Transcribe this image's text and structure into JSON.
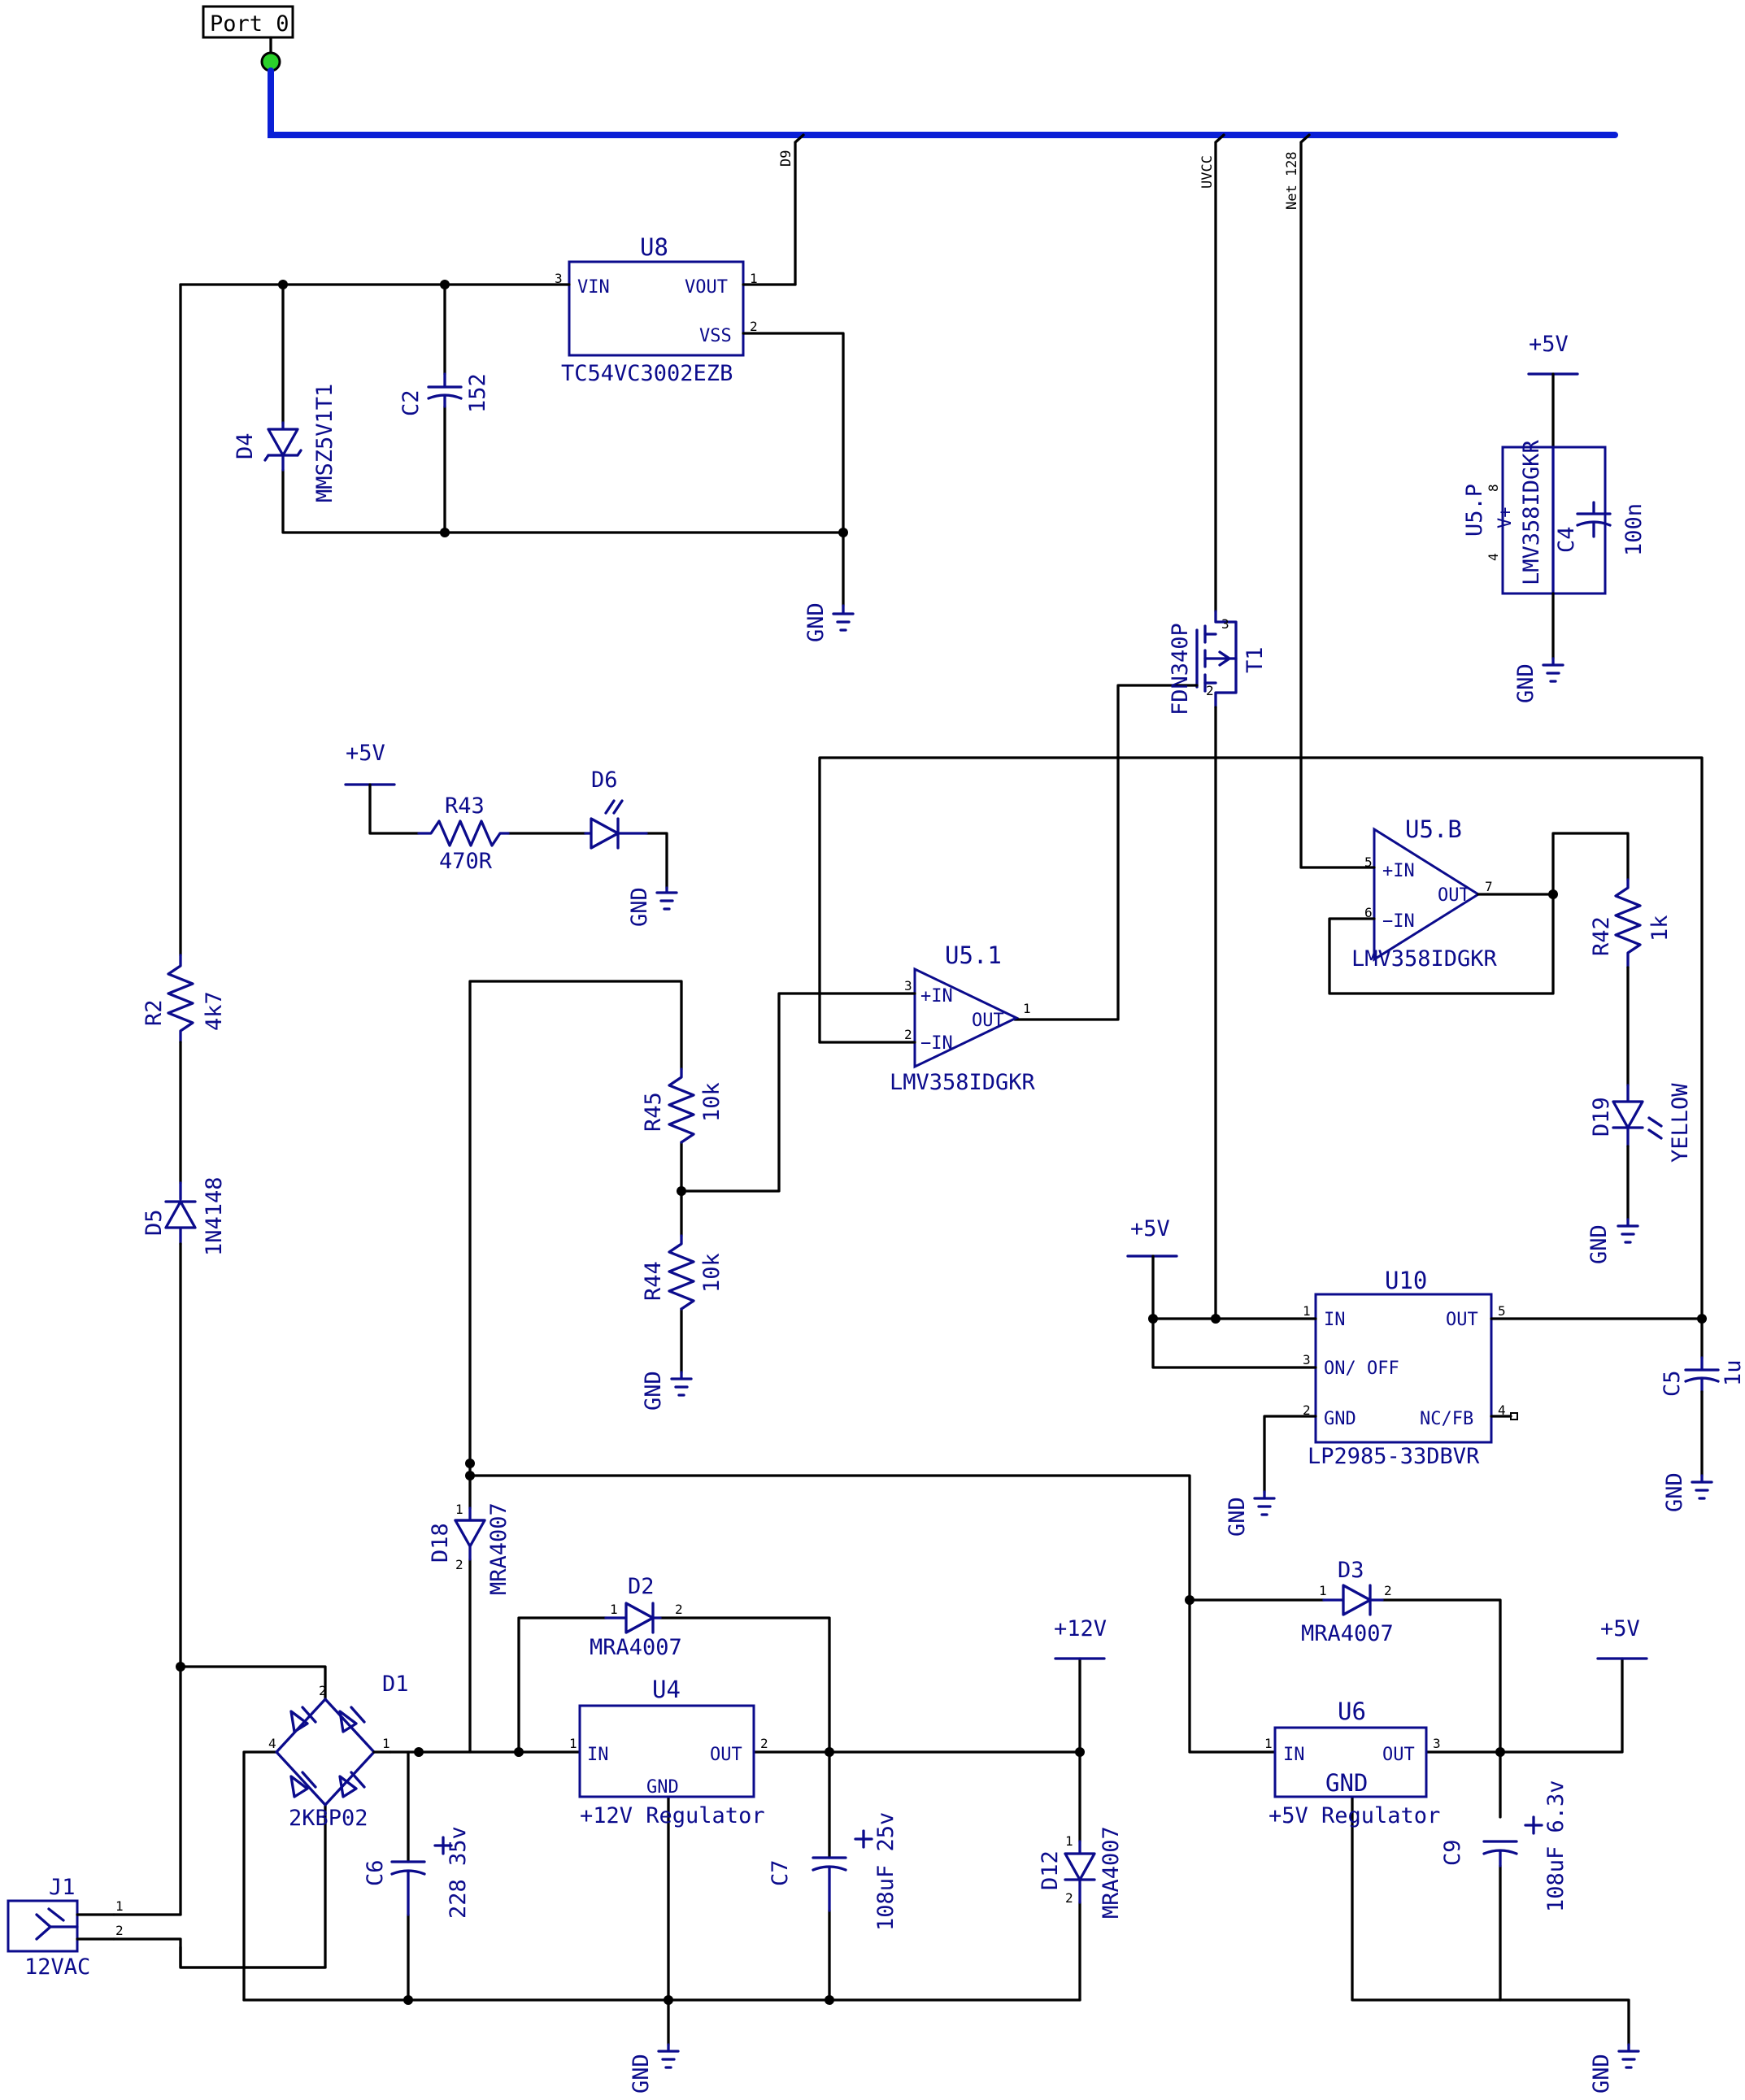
{
  "port": {
    "label": "Port 0"
  },
  "nets": {
    "d9": "D9",
    "uvcc": "UVCC",
    "net128": "Net 128"
  },
  "power": {
    "p5v": "+5V",
    "p12v": "+12V",
    "gnd": "GND"
  },
  "u8": {
    "ref": "U8",
    "part": "TC54VC3002EZB",
    "vin": "VIN",
    "vout": "VOUT",
    "vss": "VSS"
  },
  "d4": {
    "ref": "D4",
    "part": "MMSZ5V1T1"
  },
  "c2": {
    "ref": "C2",
    "value": "152"
  },
  "r43": {
    "ref": "R43",
    "value": "470R"
  },
  "d6": {
    "ref": "D6"
  },
  "r2": {
    "ref": "R2",
    "value": "4k7"
  },
  "d5": {
    "ref": "D5",
    "part": "1N4148"
  },
  "t1": {
    "ref": "T1",
    "part": "FDN340P"
  },
  "u5p": {
    "ref": "U5.P",
    "part": "LMV358IDGKR",
    "vplus": "V+"
  },
  "c4": {
    "ref": "C4",
    "value": "100n"
  },
  "u5b": {
    "ref": "U5.B",
    "part": "LMV358IDGKR"
  },
  "u51": {
    "ref": "U5.1",
    "part": "LMV358IDGKR"
  },
  "opamp": {
    "inp": "+IN",
    "inn": "−IN",
    "out": "OUT"
  },
  "r42": {
    "ref": "R42",
    "value": "1k"
  },
  "d19": {
    "ref": "D19",
    "part": "YELLOW"
  },
  "r45": {
    "ref": "R45",
    "value": "10k"
  },
  "r44": {
    "ref": "R44",
    "value": "10k"
  },
  "u10": {
    "ref": "U10",
    "part": "LP2985-33DBVR",
    "in": "IN",
    "out": "OUT",
    "onoff": "ON/ OFF",
    "gnd": "GND",
    "ncfb": "NC/FB"
  },
  "c5": {
    "ref": "C5",
    "value": "1u"
  },
  "d18": {
    "ref": "D18",
    "part": "MRA4007"
  },
  "d2": {
    "ref": "D2",
    "part": "MRA4007"
  },
  "d3": {
    "ref": "D3",
    "part": "MRA4007"
  },
  "d12": {
    "ref": "D12",
    "part": "MRA4007"
  },
  "u4": {
    "ref": "U4",
    "in": "IN",
    "out": "OUT",
    "gnd": "GND",
    "caption": "+12V Regulator"
  },
  "u6": {
    "ref": "U6",
    "in": "IN",
    "out": "OUT",
    "gnd": "GND",
    "caption": "+5V Regulator"
  },
  "d1": {
    "ref": "D1",
    "part": "2KBP02"
  },
  "c6": {
    "ref": "C6",
    "value": "228 35v"
  },
  "c7": {
    "ref": "C7",
    "value": "108uF 25v"
  },
  "c9": {
    "ref": "C9",
    "value": "108uF 6.3v"
  },
  "j1": {
    "ref": "J1",
    "value": "12VAC"
  },
  "pins": {
    "p1": "1",
    "p2": "2",
    "p3": "3",
    "p4": "4",
    "p5": "5",
    "p6": "6",
    "p7": "7",
    "p8": "8"
  }
}
